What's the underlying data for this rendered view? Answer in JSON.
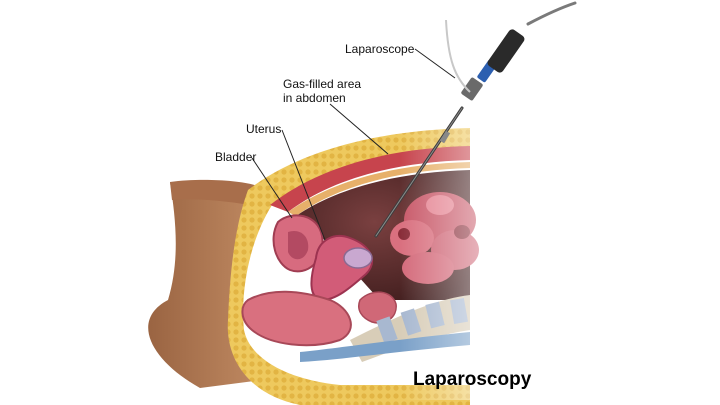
{
  "labels": {
    "laparoscope": "Laparoscope",
    "gas_line1": "Gas-filled area",
    "gas_line2": "in abdomen",
    "uterus": "Uterus",
    "bladder": "Bladder"
  },
  "title": "Laparoscopy",
  "colors": {
    "skin": "#b07a55",
    "fat": "#e8c25a",
    "muscle": "#c94a52",
    "cavity": "#5a2e2e",
    "organ": "#d9707f",
    "instrument": "#4a4a4a",
    "spine": "#c9c0b0",
    "bone": "#7aa0c8"
  }
}
